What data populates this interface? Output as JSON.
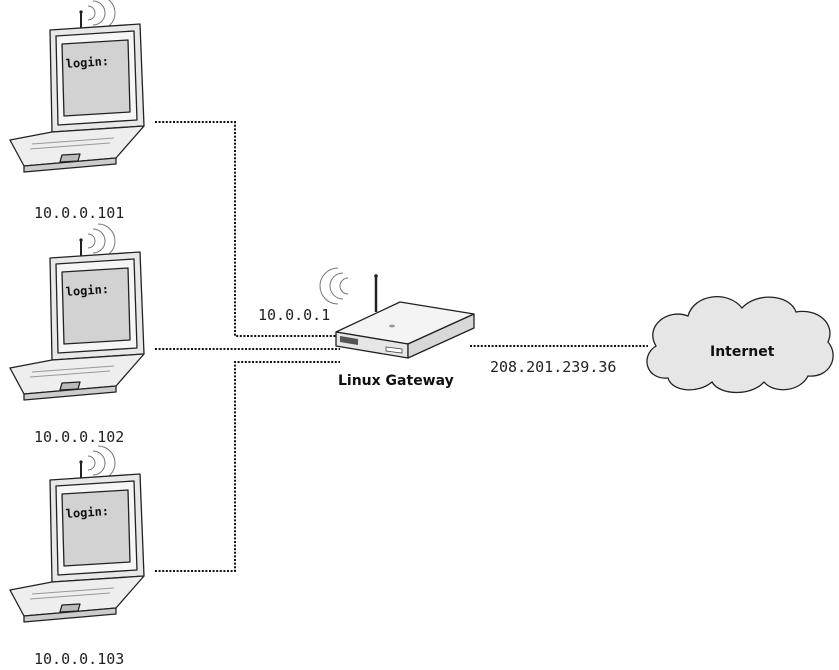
{
  "laptops": [
    {
      "screen_text": "login:",
      "ip": "10.0.0.101"
    },
    {
      "screen_text": "login:",
      "ip": "10.0.0.102"
    },
    {
      "screen_text": "login:",
      "ip": "10.0.0.103"
    }
  ],
  "gateway": {
    "name": "Linux Gateway",
    "lan_ip": "10.0.0.1",
    "wan_ip": "208.201.239.36"
  },
  "internet": {
    "label": "Internet"
  },
  "colors": {
    "line": "#111111",
    "cloud_fill": "#e6e6e6",
    "device_fill": "#f2f2f2",
    "screen_fill": "#d2d2d2"
  }
}
